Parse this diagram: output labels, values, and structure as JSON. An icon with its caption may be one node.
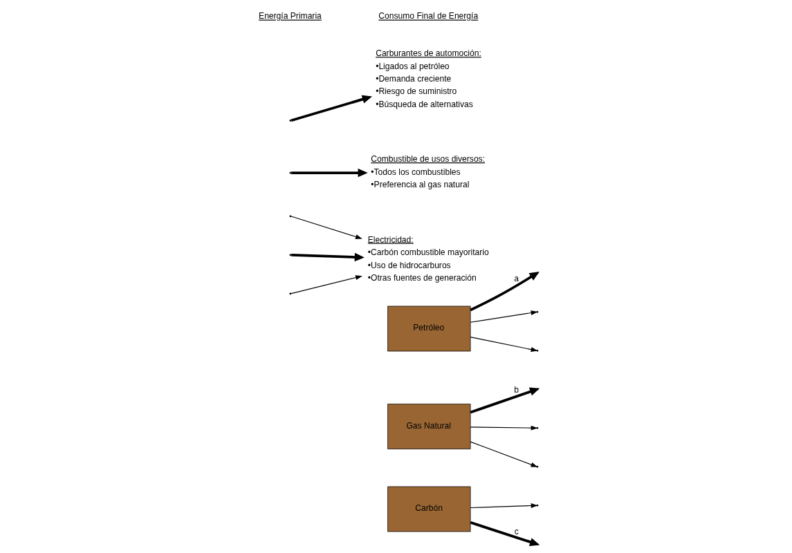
{
  "diagram": {
    "nodes": [
      {
        "text": [
          "Petróleo"
        ]
      },
      {
        "text": [
          "Gas Natural"
        ]
      },
      {
        "text": [
          "Carbón"
        ]
      },
      {
        "text": [
          "Carburantes de automoción:",
          "•Ligados al petróleo",
          "•Demanda creciente",
          "•Riesgo de suministro",
          "•Búsqueda de alternativas"
        ]
      },
      {
        "text": [
          "Combustible de usos diversos:",
          "•Todos los combustibles",
          "•Preferencia al gas natural"
        ]
      },
      {
        "text": [
          "Electricidad:",
          "•Carbón combustible mayoritario",
          "•Uso de hidrocarburos",
          "•Otras fuentes de generación"
        ]
      }
    ],
    "edges": [
      {
        "from": 0,
        "to": null,
        "arrow": "to",
        "style": "thick",
        "label": "a"
      },
      {
        "from": 0,
        "to": null,
        "arrow": "to"
      },
      {
        "from": 1,
        "to": null,
        "arrow": "to"
      },
      {
        "from": 1,
        "to": null,
        "arrow": "to",
        "style": "thick",
        "label": "b"
      },
      {
        "from": 1,
        "to": null,
        "arrow": "to"
      },
      {
        "from": 0,
        "to": null,
        "arrow": "to"
      },
      {
        "from": 2,
        "to": null,
        "arrow": "to",
        "style": "thick",
        "label": "c"
      },
      {
        "from": 2,
        "to": null,
        "arrow": "to"
      },
      {
        "from": null,
        "to": 5,
        "arrow": "to"
      },
      {
        "from": null,
        "to": 5,
        "arrow": "to"
      },
      {
        "from": null,
        "to": 3,
        "arrow": "to",
        "style": "thick"
      },
      {
        "from": null,
        "to": 4,
        "arrow": "to",
        "style": "thick"
      },
      {
        "from": null,
        "to": 5,
        "arrow": "to",
        "style": "thick"
      }
    ],
    "labels": [
      "Consumo Final de Energía",
      "Energía Primaria"
    ]
  }
}
